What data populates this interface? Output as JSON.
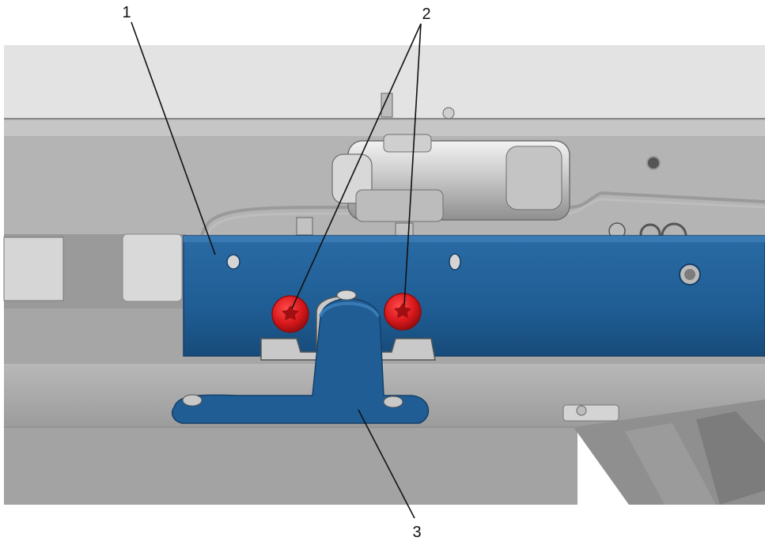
{
  "callouts": [
    {
      "id": "1",
      "label": "1"
    },
    {
      "id": "2",
      "label": "2"
    },
    {
      "id": "3",
      "label": "3"
    }
  ],
  "colors": {
    "bracket_blue": "#1f5d94",
    "bracket_blue_dark": "#153f66",
    "fastener_red": "#d8181c",
    "fastener_red_dark": "#8e0c0e",
    "frame_gray": "#a9a9a9",
    "frame_light": "#cfcfcf",
    "frame_dark": "#8a8a8a"
  }
}
